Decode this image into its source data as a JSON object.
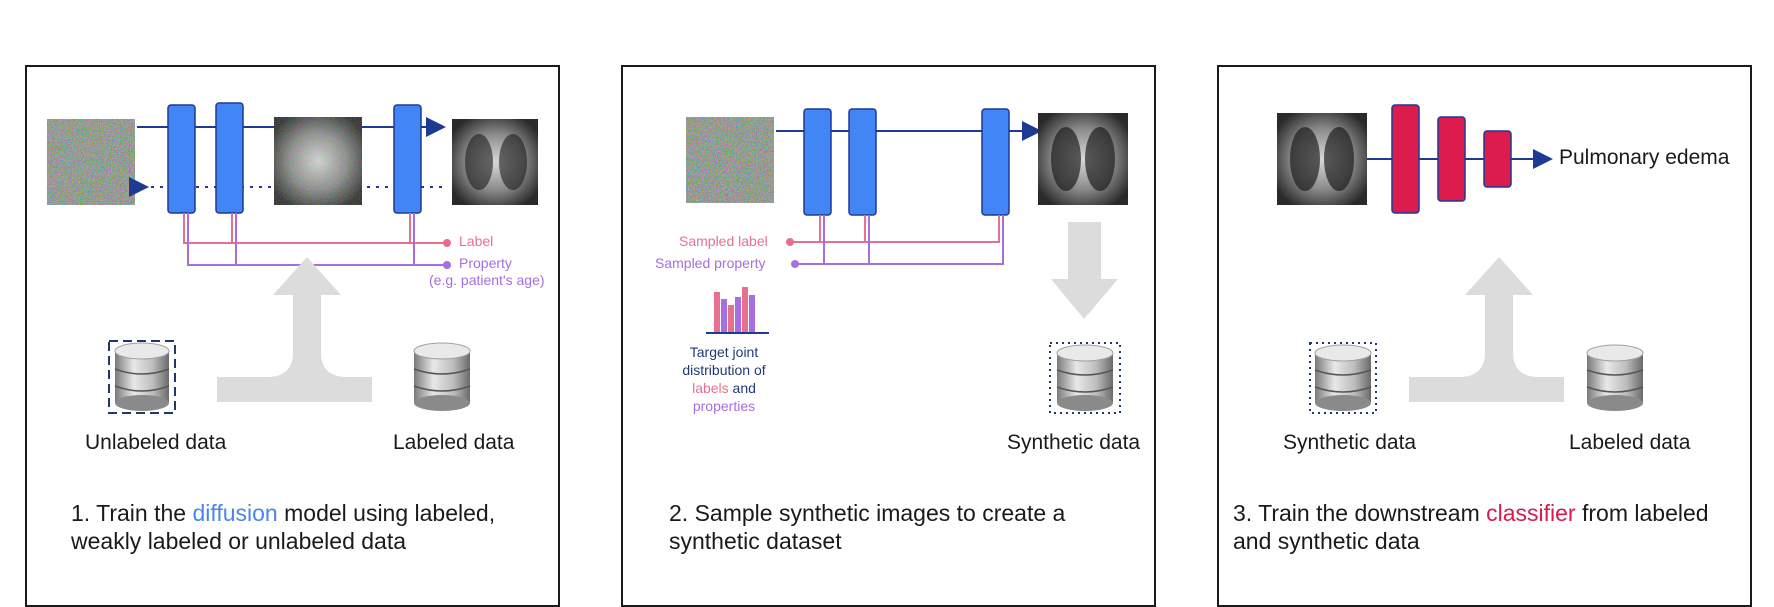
{
  "panel1": {
    "label_tag": "Label",
    "property_tag": "Property",
    "property_note": "(e.g. patient's age)",
    "unlabeled": "Unlabeled data",
    "labeled": "Labeled data",
    "caption_pre": "1. Train the ",
    "caption_highlight": "diffusion",
    "caption_line1_post": " model using labeled,",
    "caption_line2": "weakly labeled or unlabeled data"
  },
  "panel2": {
    "sampled_label": "Sampled label",
    "sampled_property": "Sampled property",
    "target_line1": "Target joint",
    "target_line2": "distribution of",
    "target_labels": "labels",
    "target_and": " and",
    "target_properties": "properties",
    "synthetic": "Synthetic data",
    "caption_line1": "2. Sample synthetic images to create a",
    "caption_line2": "synthetic dataset"
  },
  "panel3": {
    "output": "Pulmonary edema",
    "synthetic": "Synthetic data",
    "labeled": "Labeled data",
    "caption_pre": "3. Train the downstream ",
    "caption_highlight": "classifier",
    "caption_line1_post": " from labeled",
    "caption_line2": "and synthetic data"
  },
  "colors": {
    "block_blue": "#4285f4",
    "block_red": "#dc1c4c",
    "arrow_navy": "#1f3a93",
    "label_pink": "#e8708f",
    "property_purple": "#a66ee0",
    "big_arrow_gray": "#dcdcdc"
  }
}
